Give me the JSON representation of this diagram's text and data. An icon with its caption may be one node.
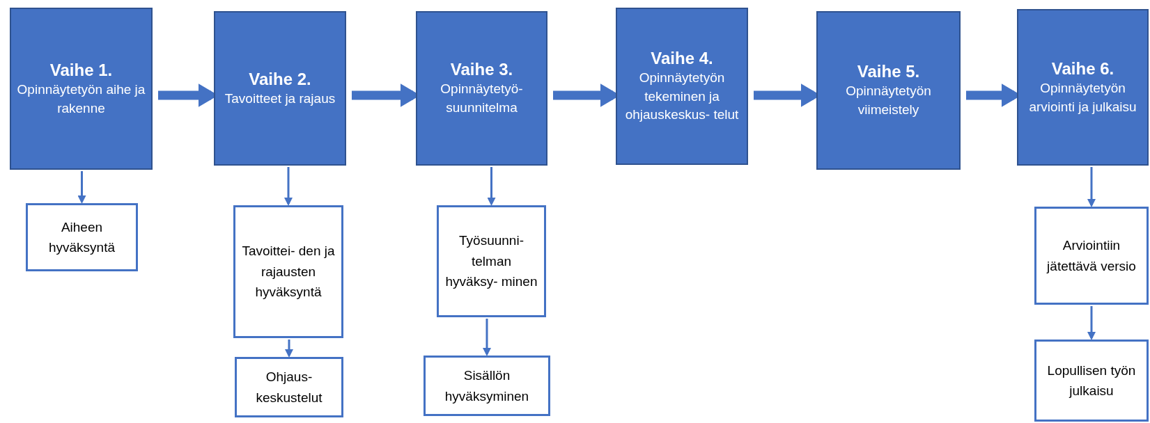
{
  "diagram": {
    "nodes": [
      {
        "text": [
          "Vaihe 1.",
          "Opinnäytetyön aihe ja rakenne"
        ]
      },
      {
        "text": [
          "Vaihe 2.",
          "Tavoitteet ja rajaus"
        ]
      },
      {
        "text": [
          "Vaihe 3.",
          "Opinnäytetyö- suunnitelma"
        ]
      },
      {
        "text": [
          "Vaihe 4.",
          "Opinnäytetyön tekeminen ja ohjauskeskus- telut"
        ]
      },
      {
        "text": [
          "Vaihe 5.",
          "Opinnäytetyön viimeistely"
        ]
      },
      {
        "text": [
          "Vaihe 6.",
          "Opinnäytetyön arviointi ja julkaisu"
        ]
      },
      {
        "text": [
          "Aiheen hyväksyntä"
        ]
      },
      {
        "text": [
          "Tavoittei- den ja rajausten hyväksyntä"
        ]
      },
      {
        "text": [
          "Ohjaus- keskustelut"
        ]
      },
      {
        "text": [
          "Työsuunni- telman hyväksy- minen"
        ]
      },
      {
        "text": [
          "Sisällön hyväksyminen"
        ]
      },
      {
        "text": [
          "Arviointiin jätettävä versio"
        ]
      },
      {
        "text": [
          "Lopullisen työn julkaisu"
        ]
      }
    ],
    "edges": [
      {
        "from": 0,
        "to": 1,
        "arrow": "to",
        "style": "thick"
      },
      {
        "from": 1,
        "to": 2,
        "arrow": "to",
        "style": "thick"
      },
      {
        "from": 2,
        "to": 3,
        "arrow": "to",
        "style": "thick"
      },
      {
        "from": 3,
        "to": 4,
        "arrow": "to",
        "style": "thick"
      },
      {
        "from": 4,
        "to": 5,
        "arrow": "to",
        "style": "thick"
      },
      {
        "from": 0,
        "to": 6,
        "arrow": "to"
      },
      {
        "from": 1,
        "to": 7,
        "arrow": "to"
      },
      {
        "from": 7,
        "to": 8,
        "arrow": "to"
      },
      {
        "from": 2,
        "to": 9,
        "arrow": "to"
      },
      {
        "from": 9,
        "to": 10,
        "arrow": "to"
      },
      {
        "from": 5,
        "to": 11,
        "arrow": "to"
      },
      {
        "from": 11,
        "to": 12,
        "arrow": "to"
      }
    ]
  }
}
